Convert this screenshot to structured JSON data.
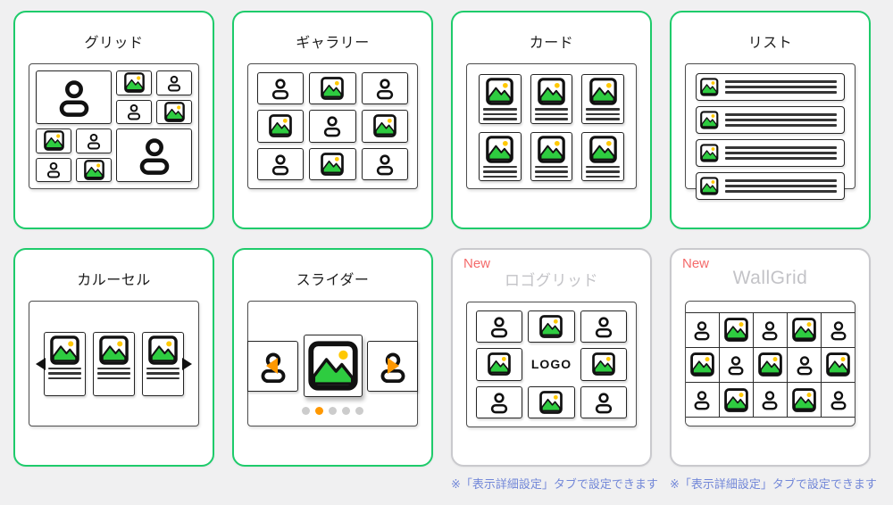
{
  "colors": {
    "page_background": "#f0f0f1",
    "active_card_border": "#1ecb6b",
    "disabled_card_border": "#c9c9cd",
    "disabled_title": "#c3c3c7",
    "badge_red": "#f46a6a",
    "footnote_blue": "#7287d8",
    "icon_green": "#2ecc40",
    "sun_yellow": "#ffc800",
    "slider_orange": "#ff9800"
  },
  "icons": {
    "person": "person-icon",
    "image": "image-icon",
    "prev_arrow": "prev-arrow-icon",
    "next_arrow": "next-arrow-icon"
  },
  "cards": [
    {
      "id": "grid",
      "title": "グリッド",
      "state": "enabled",
      "preview_type": "grid",
      "tiles": [
        {
          "icon": "person",
          "row": "1 / 3",
          "col": "1 / 3",
          "size": 46
        },
        {
          "icon": "image",
          "row": "1",
          "col": "3",
          "size": 23
        },
        {
          "icon": "person",
          "row": "1",
          "col": "4",
          "size": 20
        },
        {
          "icon": "person",
          "row": "2",
          "col": "3",
          "size": 20
        },
        {
          "icon": "image",
          "row": "2",
          "col": "4",
          "size": 23
        },
        {
          "icon": "image",
          "row": "3",
          "col": "1",
          "size": 23
        },
        {
          "icon": "person",
          "row": "3",
          "col": "2",
          "size": 20
        },
        {
          "icon": "person",
          "row": "4",
          "col": "1",
          "size": 20
        },
        {
          "icon": "image",
          "row": "4",
          "col": "2",
          "size": 23
        },
        {
          "icon": "person",
          "row": "3 / 5",
          "col": "3 / 5",
          "size": 46
        }
      ]
    },
    {
      "id": "gallery",
      "title": "ギャラリー",
      "state": "enabled",
      "preview_type": "gallery",
      "pattern": [
        [
          "person",
          "image",
          "person"
        ],
        [
          "image",
          "person",
          "image"
        ],
        [
          "person",
          "image",
          "person"
        ]
      ]
    },
    {
      "id": "card",
      "title": "カード",
      "state": "enabled",
      "preview_type": "cards",
      "rows": 2,
      "cols": 3,
      "text_lines_per_item": 3
    },
    {
      "id": "list",
      "title": "リスト",
      "state": "enabled",
      "preview_type": "list",
      "rows": 4,
      "text_lines_per_row": 3
    },
    {
      "id": "carousel",
      "title": "カルーセル",
      "state": "enabled",
      "preview_type": "carousel",
      "items": 3,
      "text_lines_per_item": 3
    },
    {
      "id": "slider",
      "title": "スライダー",
      "state": "enabled",
      "preview_type": "slider",
      "side_icon": "person",
      "center_icon": "image",
      "dots": 5,
      "active_dot": 2
    },
    {
      "id": "logogrid",
      "title": "ロゴグリッド",
      "state": "new",
      "badge": "New",
      "preview_type": "logogrid",
      "center_label": "LOGO",
      "pattern": [
        [
          "person",
          "image",
          "person"
        ],
        [
          "image",
          "logo",
          "image"
        ],
        [
          "person",
          "image",
          "person"
        ]
      ],
      "footnote": "※「表示詳細設定」タブで設定できます"
    },
    {
      "id": "wallgrid",
      "title": "WallGrid",
      "state": "new",
      "badge": "New",
      "preview_type": "wallgrid",
      "pattern": [
        [
          "person",
          "image",
          "person",
          "image",
          "person"
        ],
        [
          "image",
          "person",
          "image",
          "person",
          "image"
        ],
        [
          "person",
          "image",
          "person",
          "image",
          "person"
        ]
      ],
      "footnote": "※「表示詳細設定」タブで設定できます"
    }
  ]
}
